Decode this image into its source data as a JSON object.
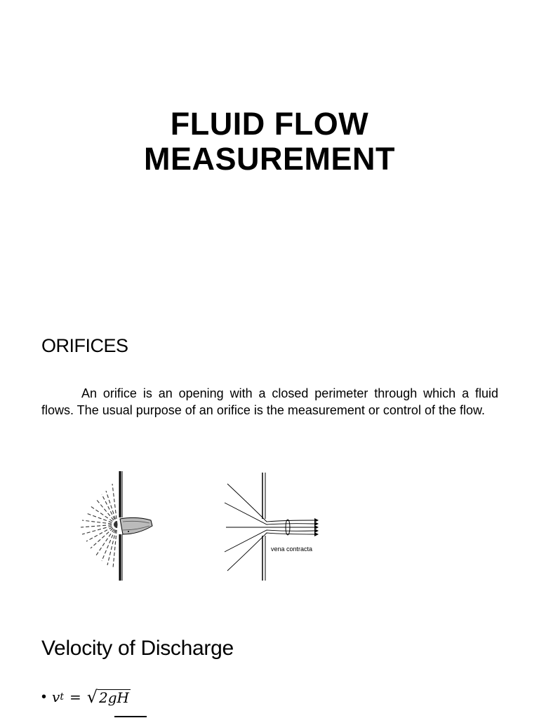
{
  "slide": {
    "title_line1": "FLUID FLOW",
    "title_line2": "MEASUREMENT"
  },
  "orifices": {
    "heading": "ORIFICES",
    "paragraph": "An orifice is an opening with a closed perimeter through which a fluid flows. The usual purpose of an orifice is the measurement or control of the flow."
  },
  "figures": {
    "right_label": "vena contracta"
  },
  "velocity": {
    "heading": "Velocity of Discharge",
    "eq_lhs": "v",
    "eq_sub": "t",
    "eq_equals": "=",
    "eq_sqrt_body": "2gH"
  }
}
